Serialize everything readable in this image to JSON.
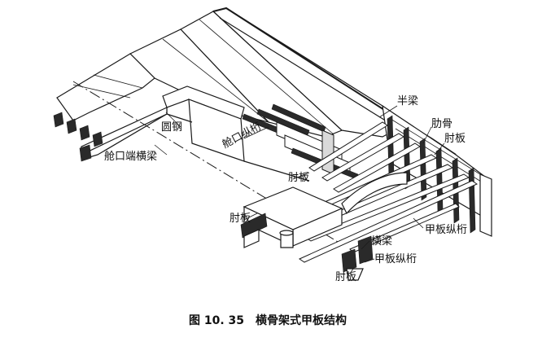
{
  "labels": {
    "half_beam": "半梁",
    "frame_rib": "肋骨",
    "bracket_top": "肘板",
    "round_steel": "圆钢",
    "hatch_girder": "舱口纵桁",
    "hatch_end_beam": "舱口端横梁",
    "bracket_mid": "肘板",
    "bracket_left": "肘板",
    "deck_longitudinal_right": "甲板纵桁",
    "transverse_beam": "横梁",
    "deck_longitudinal_bottom": "甲板纵桁",
    "bracket_bottom": "肘板"
  },
  "caption": {
    "number": "图 10. 35",
    "title": "横骨架式甲板结构"
  }
}
